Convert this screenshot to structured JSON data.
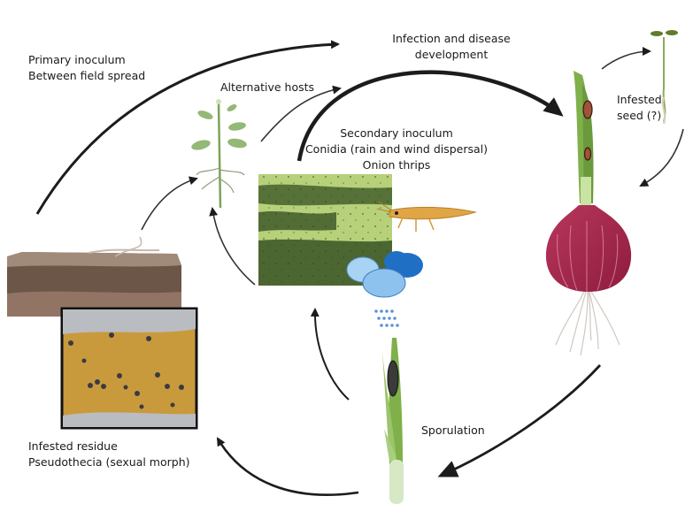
{
  "title": "Disease cycle diagram",
  "labels": {
    "primary_inoculum": [
      "Primary inoculum",
      "Between field spread"
    ],
    "alternative_hosts": "Alternative hosts",
    "infection": [
      "Infection and disease",
      "development"
    ],
    "secondary_inoculum": [
      "Secondary inoculum",
      "Conidia (rain and wind dispersal)",
      "Onion thrips"
    ],
    "infested_seed": [
      "Infested",
      "seed (?)"
    ],
    "sporulation": "Sporulation",
    "infested_residue": [
      "Infested residue",
      "Pseudothecia (sexual morph)"
    ]
  },
  "colors": {
    "arrow": "#1c1c1c",
    "leaf_green": "#7fb04a",
    "onion_red": "#a3244a",
    "lesion_brown": "#a0523a",
    "lesion_dark": "#3a3a3a",
    "soil_dark": "#6b5648",
    "soil_light": "#927464",
    "cloud_light": "#a9d3f2",
    "cloud_dark": "#1f6fc4",
    "thrips": "#e0a646"
  }
}
